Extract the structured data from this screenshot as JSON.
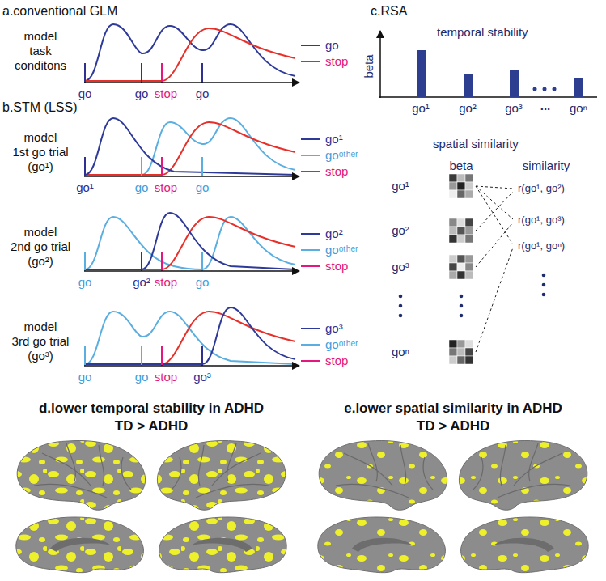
{
  "diagram": {
    "labels": [
      "a.conventional GLM",
      "model",
      "task",
      "conditons",
      "go",
      "go",
      "stop",
      "go",
      "go",
      "stop",
      "b.STM (LSS)",
      "model",
      "1st go trial",
      "(go¹)",
      "go¹",
      "go",
      "stop",
      "go",
      "go¹",
      "goᵒᵗʰᵉʳ",
      "stop",
      "model",
      "2nd go trial",
      "(go²)",
      "go",
      "go²",
      "stop",
      "go",
      "go²",
      "goᵒᵗʰᵉʳ",
      "stop",
      "model",
      "3rd go trial",
      "(go³)",
      "go",
      "go",
      "stop",
      "go³",
      "go³",
      "goᵒᵗʰᵉʳ",
      "stop",
      "c.RSA",
      "temporal stability",
      "beta",
      "go¹",
      "go²",
      "go³",
      "...",
      "goⁿ",
      "spatial similarity",
      "beta",
      "similarity",
      "go¹",
      "go²",
      "go³",
      "goⁿ",
      "r(go¹, go²)",
      "r(go¹, go³)",
      "r(go¹, goⁿ)",
      "d.lower temporal stability in ADHD",
      "TD > ADHD",
      "e.lower spatial similarity in ADHD",
      "TD > ADHD"
    ]
  }
}
